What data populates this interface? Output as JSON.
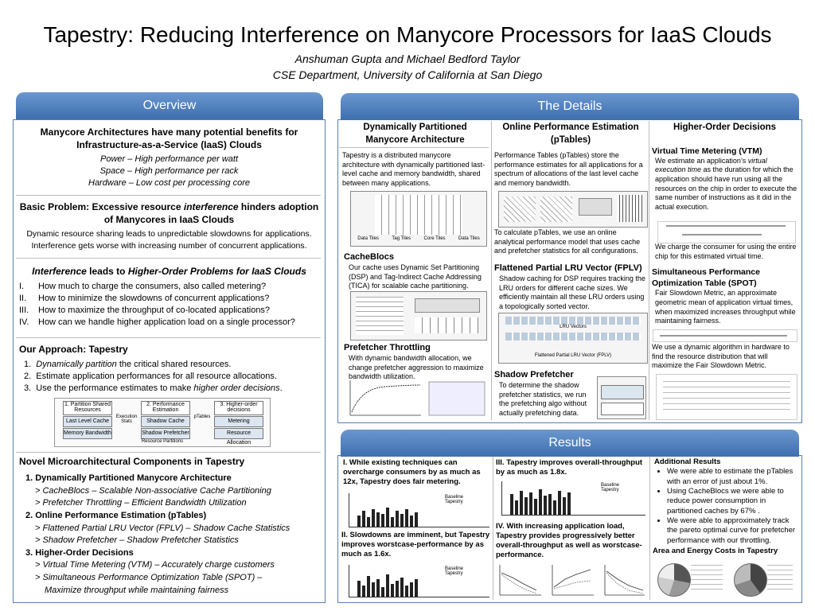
{
  "title": "Tapestry: Reducing Interference on Manycore Processors for IaaS Clouds",
  "authors": "Anshuman Gupta and Michael Bedford Taylor",
  "affiliation": "CSE Department, University of California at San Diego",
  "overview": {
    "heading": "Overview",
    "s1": {
      "title": "Manycore Architectures have many potential benefits for Infrastructure-as-a-Service (IaaS) Clouds",
      "lines": [
        "Power – High performance per watt",
        "Space – High performance per rack",
        "Hardware – Low cost per processing core"
      ]
    },
    "s2": {
      "title_pre": "Basic Problem: Excessive resource ",
      "title_em": "interference",
      "title_post": " hinders adoption of Manycores in IaaS Clouds",
      "body": "Dynamic resource sharing leads to unpredictable slowdowns for applications. Interference gets worse with increasing number of concurrent applications."
    },
    "s3": {
      "title_em1": "Interference",
      "title_mid": " leads to ",
      "title_em2": "Higher-Order Problems for IaaS Clouds",
      "items": [
        "How much to charge the consumers, also called metering?",
        "How to minimize the slowdowns of concurrent applications?",
        "How to maximize the throughput of co-located applications?",
        "How can we handle higher application load on a single processor?"
      ],
      "numerals": [
        "I.",
        "II.",
        "III.",
        "IV."
      ]
    },
    "s4": {
      "title": "Our Approach: Tapestry",
      "i1_em": "Dynamically partition",
      "i1_rest": " the critical shared resources.",
      "i2": "Estimate application performances for all resource allocations.",
      "i3_pre": "Use the performance estimates to make ",
      "i3_em": "higher order decisions",
      "i3_post": ".",
      "fig": {
        "b1": "1. Partition Shared Resources",
        "b2": "2. Performance Estimation",
        "b3": "3. Higher-order decisions",
        "r1": "Last Level Cache",
        "r2": "Memory Bandwidth",
        "r3": "Shadow Cache",
        "r4": "Shadow Prefetcher",
        "r5": "Metering",
        "r6": "Resource Allocation",
        "l1": "Execution Stats",
        "l2": "pTables",
        "l3": "Resource Partitions"
      }
    },
    "s5": {
      "title": "Novel Microarchitectural Components in Tapestry",
      "lines": [
        "1. Dynamically Partitioned Manycore Architecture",
        "> CacheBlocs – Scalable Non-associative Cache Partitioning",
        "> Prefetcher Throttling – Efficient Bandwidth Utilization",
        "2. Online Performance Estimation (pTables)",
        "> Flattened Partial LRU Vector (FPLV) – Shadow Cache Statistics",
        "> Shadow Prefetcher – Shadow Prefetcher Statistics",
        "3. Higher-Order Decisions",
        "> Virtual Time Metering (VTM) – Accurately charge customers",
        "> Simultaneous Performance Optimization Table (SPOT) –",
        "Maximize throughput while maintaining fairness"
      ]
    }
  },
  "details": {
    "heading": "The Details",
    "col1": {
      "title": "Dynamically Partitioned Manycore Architecture",
      "intro": "Tapestry is a distributed manycore architecture with dynamically partitioned last-level cache and memory bandwidth, shared between many applications.",
      "fig_labels": [
        "Data Tiles",
        "Tag Tiles",
        "Core Tiles",
        "Data Tiles"
      ],
      "cacheblocs_title": "CacheBlocs",
      "cacheblocs_body": "Our cache uses Dynamic Set Partitioning (DSP) and Tag-Indirect Cache Addressing (TICA) for scalable cache partitioning.",
      "pt_title": "Prefetcher Throttling",
      "pt_body": "With dynamic bandwidth allocation, we change prefetcher aggression to maximize bandwidth utilization."
    },
    "col2": {
      "title": "Online Performance Estimation (pTables)",
      "intro": "Performance Tables (pTables) store the performance estimates for all applications for a spectrum of allocations of the last level cache and memory bandwidth.",
      "calc": "To calculate pTables, we use an online analytical performance model that uses cache and prefetcher statistics for all configurations.",
      "fplv_title": "Flattened Partial LRU Vector (FPLV)",
      "fplv_body": "Shadow caching for DSP requires tracking the LRU orders for different cache sizes. We efficiently maintain all these LRU orders using a topologically sorted vector.",
      "fplv_label": "LRU Vectors",
      "fplv_caption": "Flattened Partial LRU Vector (FPLV)",
      "sp_title": "Shadow Prefetcher",
      "sp_body": "To determine the shadow prefetcher statistics, we run the prefetching algo without actually prefetching data."
    },
    "col3": {
      "title": "Higher-Order Decisions",
      "vtm_title": "Virtual Time Metering (VTM)",
      "vtm_pre": "We estimate an application’s ",
      "vtm_em": "virtual execution time",
      "vtm_post": " as the duration for which the application should have run using all the resources on the chip in order to execute the same number of instructions as it did in the actual execution.",
      "vtm_charge": "We charge the consumer for using the entire chip for this estimated virtual time.",
      "spot_title": "Simultaneous Performance Optimization Table (SPOT)",
      "spot_body": "Fair Slowdown Metric, an approximate geometric mean of application virtual times, when maximized increases throughput while maintaining fairness.",
      "spot_algo": "We use a dynamic algorithm in hardware to find the resource distribution that will maximize the Fair Slowdown Metric."
    }
  },
  "results": {
    "heading": "Results",
    "r1": "I. While existing techniques can overcharge consumers by as much as 12x, Tapestry does fair metering.",
    "r2": "II. Slowdowns are imminent, but Tapestry improves worstcase-performance by as much as 1.6x.",
    "r3": "III. Tapestry improves overall-throughput by as much as 1.8x.",
    "r4": "IV. With increasing application load, Tapestry provides progressively better overall-throughput as well as worstcase-performance.",
    "legend": [
      "Baseline",
      "Tapestry"
    ],
    "add_title": "Additional Results",
    "add_items": [
      "We were able to estimate the pTables with an error of just about 1%.",
      "Using CacheBlocs we were able to reduce power consumption in partitioned caches by 67% .",
      "We were able to  approximately track the pareto optimal curve for prefetcher performance with our throttling."
    ],
    "area_title": "Area and Energy Costs in Tapestry"
  }
}
